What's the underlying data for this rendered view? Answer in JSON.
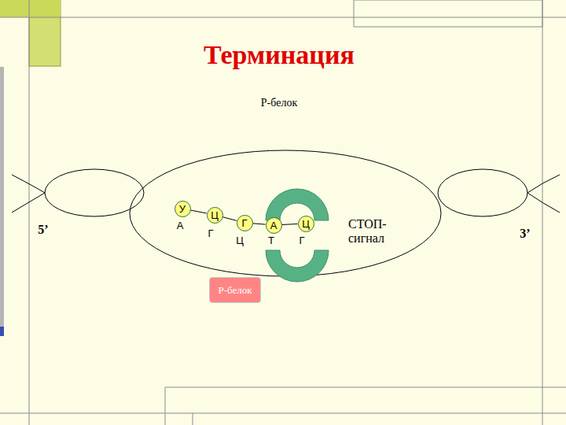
{
  "diagram": {
    "title": "Терминация",
    "nodes": [
      {
        "text": [
          "У"
        ]
      },
      {
        "text": [
          "Ц"
        ]
      },
      {
        "text": [
          "Г"
        ]
      },
      {
        "text": [
          "А"
        ]
      },
      {
        "text": [
          "Ц"
        ]
      },
      {
        "text": [
          "Р-белок"
        ]
      }
    ],
    "edges": [
      {
        "from": 0,
        "to": 1,
        "arrow": "none"
      },
      {
        "from": 1,
        "to": 2,
        "arrow": "none"
      },
      {
        "from": 2,
        "to": 3,
        "arrow": "none"
      },
      {
        "from": 3,
        "to": 4,
        "arrow": "none"
      }
    ],
    "labels": [
      "Р-белок",
      "5’",
      "А",
      "Г",
      "Ц",
      "Т",
      "Г",
      "СТОП- сигнал",
      "3’"
    ]
  }
}
